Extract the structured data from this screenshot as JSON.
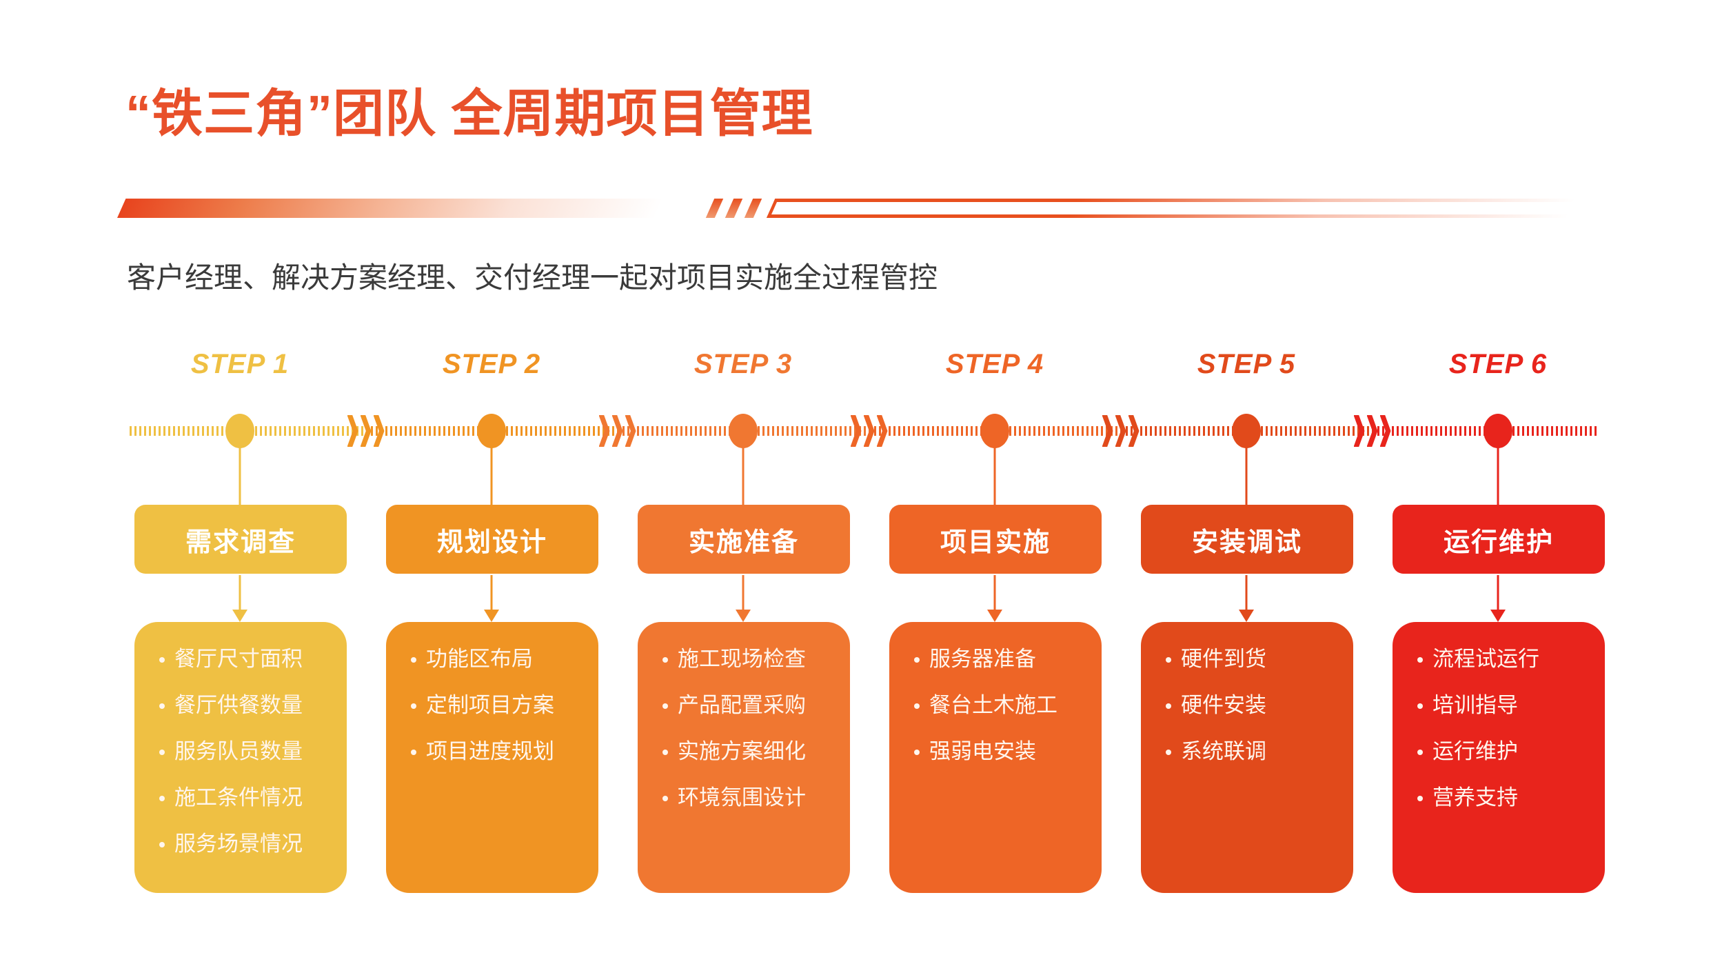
{
  "title": "“铁三角”团队 全周期项目管理",
  "subtitle": "客户经理、解决方案经理、交付经理一起对项目实施全过程管控",
  "colors": {
    "step1": "#EFC043",
    "step2": "#F09423",
    "step3": "#F07731",
    "step4": "#EE6526",
    "step5": "#E14A1B",
    "step6": "#E8241C",
    "title": "#E8502A",
    "subtitle": "#3A3A3A",
    "background": "#FFFFFF"
  },
  "steps": [
    {
      "step_label": "STEP 1",
      "name": "需求调查",
      "color": "#EFC043",
      "items": [
        "餐厅尺寸面积",
        "餐厅供餐数量",
        "服务队员数量",
        "施工条件情况",
        "服务场景情况"
      ]
    },
    {
      "step_label": "STEP 2",
      "name": "规划设计",
      "color": "#F09423",
      "items": [
        "功能区布局",
        "定制项目方案",
        "项目进度规划"
      ]
    },
    {
      "step_label": "STEP 3",
      "name": "实施准备",
      "color": "#F07731",
      "items": [
        "施工现场检查",
        "产品配置采购",
        "实施方案细化",
        "环境氛围设计"
      ]
    },
    {
      "step_label": "STEP 4",
      "name": "项目实施",
      "color": "#EE6526",
      "items": [
        "服务器准备",
        "餐台土木施工",
        "强弱电安装"
      ]
    },
    {
      "step_label": "STEP 5",
      "name": "安装调试",
      "color": "#E14A1B",
      "items": [
        "硬件到货",
        "硬件安装",
        "系统联调"
      ]
    },
    {
      "step_label": "STEP 6",
      "name": "运行维护",
      "color": "#E8241C",
      "items": [
        "流程试运行",
        "培训指导",
        "运行维护",
        "营养支持"
      ]
    }
  ]
}
